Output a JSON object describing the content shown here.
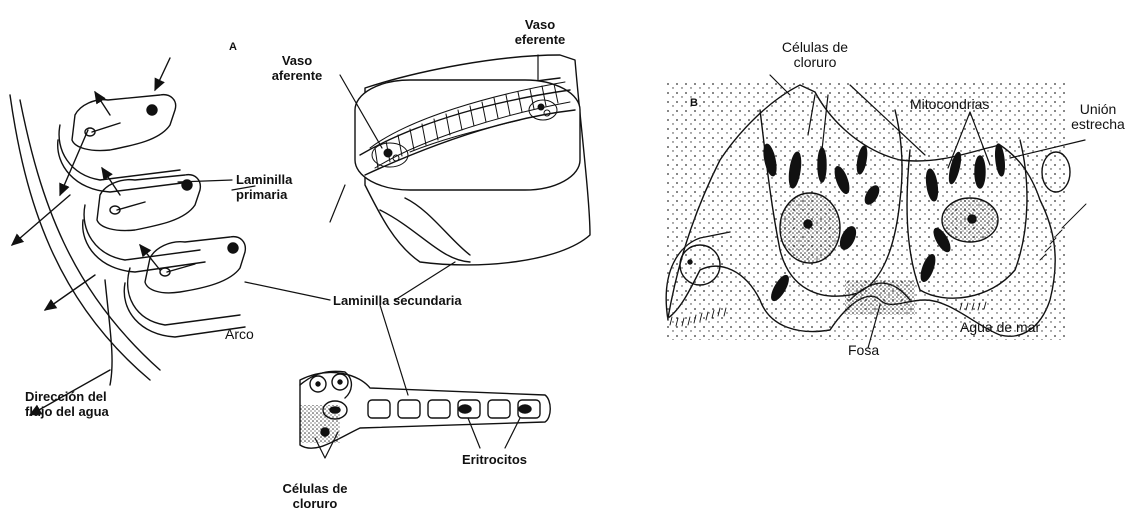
{
  "panel_a": {
    "tag": "A",
    "labels": {
      "vaso_eferente": "Vaso\neferente",
      "vaso_aferente": "Vaso\naferente",
      "laminilla_primaria": "Laminilla\nprimaria",
      "laminilla_secundaria": "Laminilla secundaria",
      "arco": "Arco",
      "direccion_flujo": "Dirección del\nflujo del agua",
      "eritrocitos": "Eritrocitos",
      "celulas_cloruro": "Células de\ncloruro"
    }
  },
  "panel_b": {
    "tag": "B",
    "labels": {
      "celulas_cloruro": "Células de\ncloruro",
      "mitocondrias": "Mitocondrias",
      "union_estrecha": "Unión\nestrecha",
      "fosa": "Fosa",
      "agua_de_mar": "Agua de mar"
    }
  },
  "colors": {
    "ink": "#111111",
    "paper": "#ffffff",
    "stipple": "#444444"
  }
}
